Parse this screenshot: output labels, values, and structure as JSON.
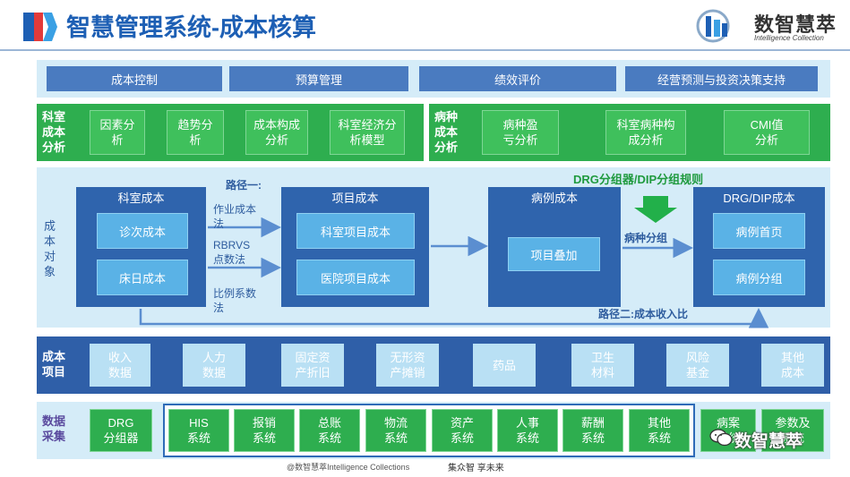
{
  "header": {
    "title": "智慧管理系统-成本核算",
    "logo_text": "数智慧萃",
    "logo_subtext": "Intelligence Collection"
  },
  "top_row": [
    "成本控制",
    "预算管理",
    "绩效评价",
    "经营预测与投资决策支持"
  ],
  "dept_analysis": {
    "label": "科室\n成本\n分析",
    "items": [
      "因素分\n析",
      "趋势分\n析",
      "成本构成\n分析",
      "科室经济分\n析模型"
    ]
  },
  "disease_analysis": {
    "label": "病种\n成本\n分析",
    "items": [
      "病种盈\n亏分析",
      "科室病种构\n成分析",
      "CMI值\n分析"
    ]
  },
  "cost_object": {
    "label": "成\n本\n对\n象",
    "drg_rule": "DRG分组器/DIP分组规则",
    "path1": "路径一:",
    "path2": "路径二:成本收入比",
    "method1": "作业成本\n法",
    "method2": "RBRVS\n点数法",
    "method3": "比例系数\n法",
    "disease_group": "病种分组",
    "dept_cost": {
      "title": "科室成本",
      "items": [
        "诊次成本",
        "床日成本"
      ]
    },
    "item_cost": {
      "title": "项目成本",
      "items": [
        "科室项目成本",
        "医院项目成本"
      ]
    },
    "case_cost": {
      "title": "病例成本",
      "items": [
        "项目叠加"
      ]
    },
    "drg_cost": {
      "title": "DRG/DIP成本",
      "items": [
        "病例首页",
        "病例分组"
      ]
    }
  },
  "cost_items": {
    "label": "成本\n项目",
    "items": [
      "收入\n数据",
      "人力\n数据",
      "固定资\n产折旧",
      "无形资\n产摊销",
      "药品",
      "卫生\n材料",
      "风险\n基金",
      "其他\n成本"
    ]
  },
  "data_collection": {
    "label": "数据\n采集",
    "drg": "DRG\n分组器",
    "systems": [
      "HIS\n系统",
      "报销\n系统",
      "总账\n系统",
      "物流\n系统",
      "资产\n系统",
      "人事\n系统",
      "薪酬\n系统",
      "其他\n系统"
    ],
    "extra": [
      "病案\n系统",
      "参数及\n系统"
    ]
  },
  "watermark": "数智慧萃",
  "footer": {
    "left": "@数智慧萃Intelligence Collections",
    "right": "集众智 享未来"
  }
}
